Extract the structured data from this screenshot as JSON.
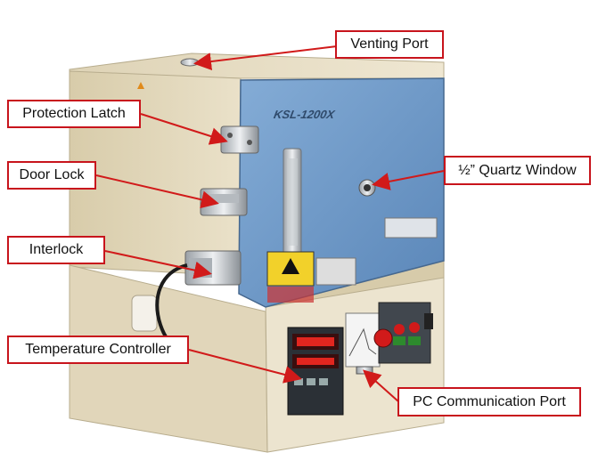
{
  "photo": {
    "model_label": "KSL-1200X"
  },
  "callouts": {
    "venting_port": "Venting Port",
    "protection_latch": "Protection Latch",
    "door_lock": "Door Lock",
    "quartz_window": "½” Quartz Window",
    "interlock": "Interlock",
    "temperature_controller": "Temperature Controller",
    "pc_port": "PC Communication Port"
  },
  "colors": {
    "callout_border": "#c8141c",
    "arrow": "#d11a1a",
    "door_blue": "#6f9ac8",
    "cabinet_beige": "#e6dcc2"
  }
}
